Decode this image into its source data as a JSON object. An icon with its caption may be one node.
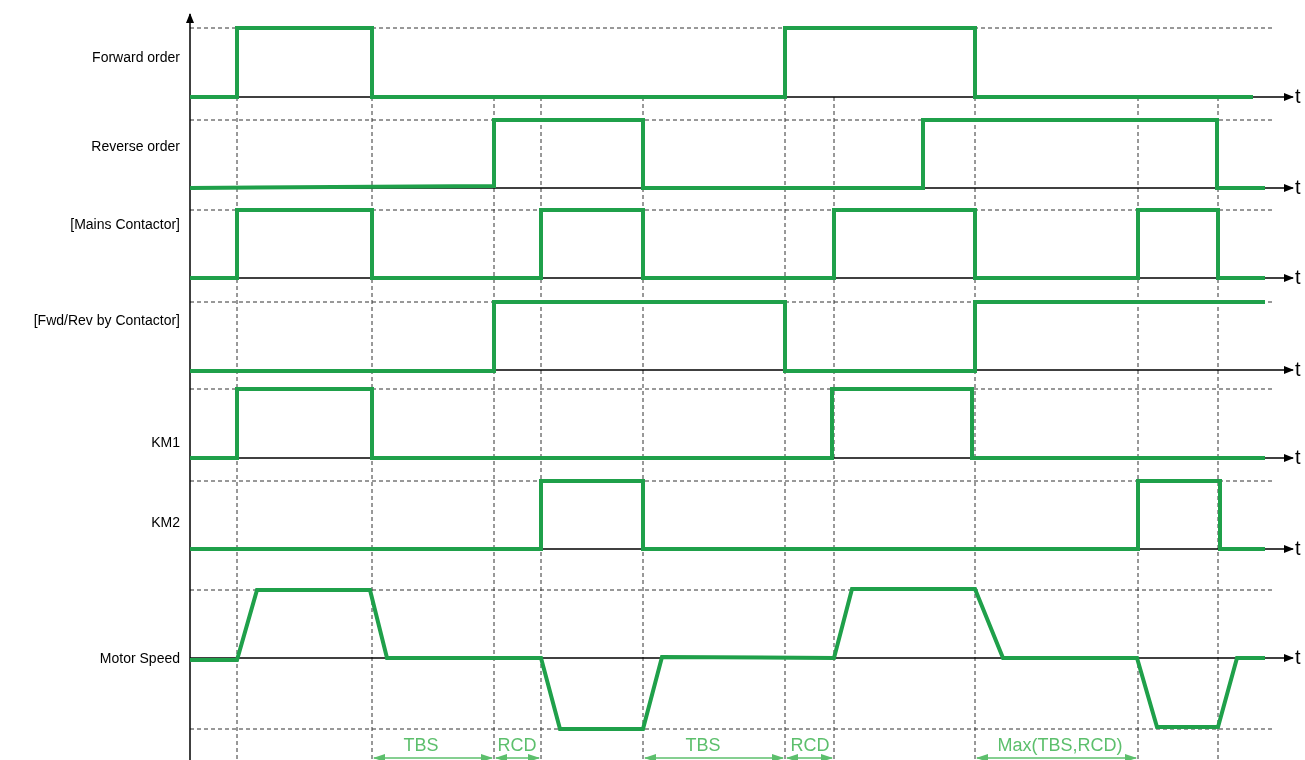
{
  "diagram": {
    "labels": [
      "Forward order",
      "t",
      "Reverse order",
      "t",
      "[Mains Contactor]",
      "t",
      "[Fwd/Rev by Contactor]",
      "t",
      "KM1",
      "t",
      "KM2",
      "t",
      "Motor Speed",
      "t",
      "TBS",
      "RCD",
      "TBS",
      "RCD",
      "Max(TBS,RCD)"
    ]
  }
}
